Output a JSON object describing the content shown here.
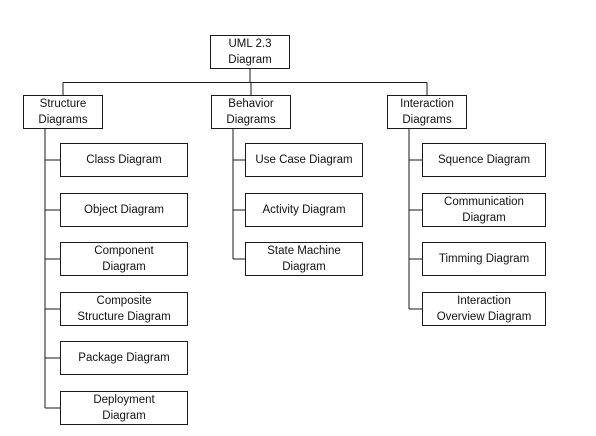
{
  "root": {
    "label": "UML 2.3\nDiagram"
  },
  "categories": [
    {
      "label": "Structure\nDiagrams",
      "items": [
        "Class Diagram",
        "Object Diagram",
        "Component\nDiagram",
        "Composite\nStructure Diagram",
        "Package Diagram",
        "Deployment\nDiagram"
      ]
    },
    {
      "label": "Behavior\nDiagrams",
      "items": [
        "Use Case Diagram",
        "Activity Diagram",
        "State Machine\nDiagram"
      ]
    },
    {
      "label": "Interaction\nDiagrams",
      "items": [
        "Squence Diagram",
        "Communication\nDiagram",
        "Timming Diagram",
        "Interaction\nOverview Diagram"
      ]
    }
  ]
}
